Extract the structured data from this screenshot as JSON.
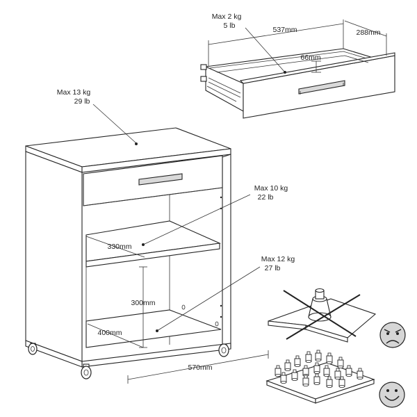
{
  "drawer": {
    "max_load": "Max 2 kg",
    "max_load_lb": "5 lb",
    "width": "537mm",
    "depth": "288mm",
    "height": "66mm"
  },
  "top": {
    "max_load": "Max 13 kg",
    "max_load_lb": "29 lb"
  },
  "middle_shelf": {
    "max_load": "Max 10 kg",
    "max_load_lb": "22 lb",
    "depth": "330mm"
  },
  "bottom_shelf": {
    "max_load": "Max 12 kg",
    "max_load_lb": "27 lb",
    "depth": "400mm",
    "height": "300mm"
  },
  "cabinet": {
    "width": "570mm"
  },
  "load_guidance": {
    "wrong_face": "angry-face-icon",
    "right_face": "smiley-face-icon"
  }
}
